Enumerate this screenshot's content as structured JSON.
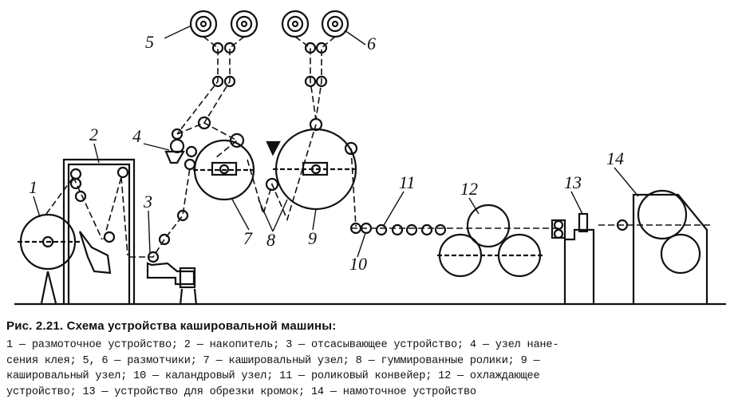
{
  "figure": {
    "callouts": [
      "1",
      "2",
      "3",
      "4",
      "5",
      "6",
      "7",
      "8",
      "9",
      "10",
      "11",
      "12",
      "13",
      "14"
    ]
  },
  "caption": {
    "title": "Рис. 2.21. Схема устройства кашировальной машины:",
    "legend_lines": [
      "1 — размоточное устройство; 2 — накопитель; 3 — отсасывающее устройство; 4 — узел нане-",
      "сения клея; 5, 6 — размотчики; 7 — кашировальный узел; 8 — гуммированные ролики; 9 —",
      "кашировальный узел; 10 — каландровый узел; 11 — роликовый конвейер; 12 — охлаждающее",
      "устройство; 13 — устройство для обрезки кромок; 14 — намоточное устройство"
    ]
  }
}
